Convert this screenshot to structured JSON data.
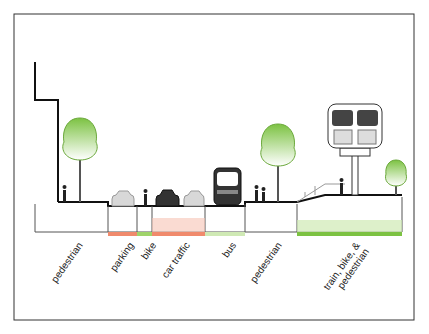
{
  "diagram": {
    "labels": [
      "pedestrian",
      "parking",
      "bike",
      "car traffic",
      "bus",
      "pedestrian",
      "train, bike, & pedestrian"
    ]
  }
}
